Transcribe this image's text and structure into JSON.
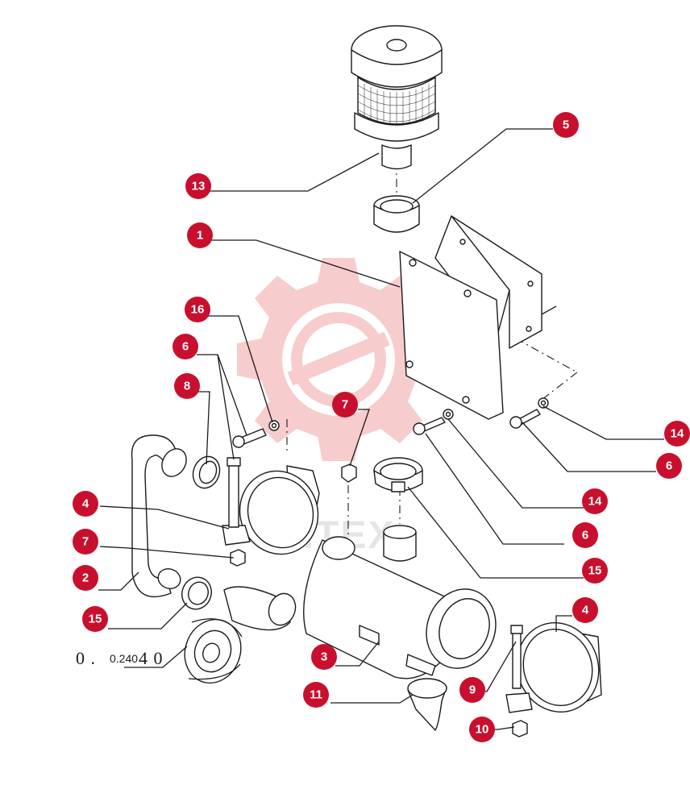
{
  "colors": {
    "callout": "#c8102e",
    "watermark": "#e03a3a",
    "watermark_text": "#9a9a9a"
  },
  "watermark": {
    "icon": "gear-wrench-logo-icon",
    "text": "ИНТЕХ"
  },
  "diagram_code": {
    "prefix": "0 .",
    "middle": "0.240",
    "suffix": "4 0"
  },
  "callouts": [
    "13",
    "5",
    "1",
    "16",
    "6",
    "8",
    "7",
    "4",
    "7",
    "2",
    "15",
    "14",
    "6",
    "14",
    "6",
    "15",
    "4",
    "3",
    "9",
    "11",
    "10"
  ]
}
